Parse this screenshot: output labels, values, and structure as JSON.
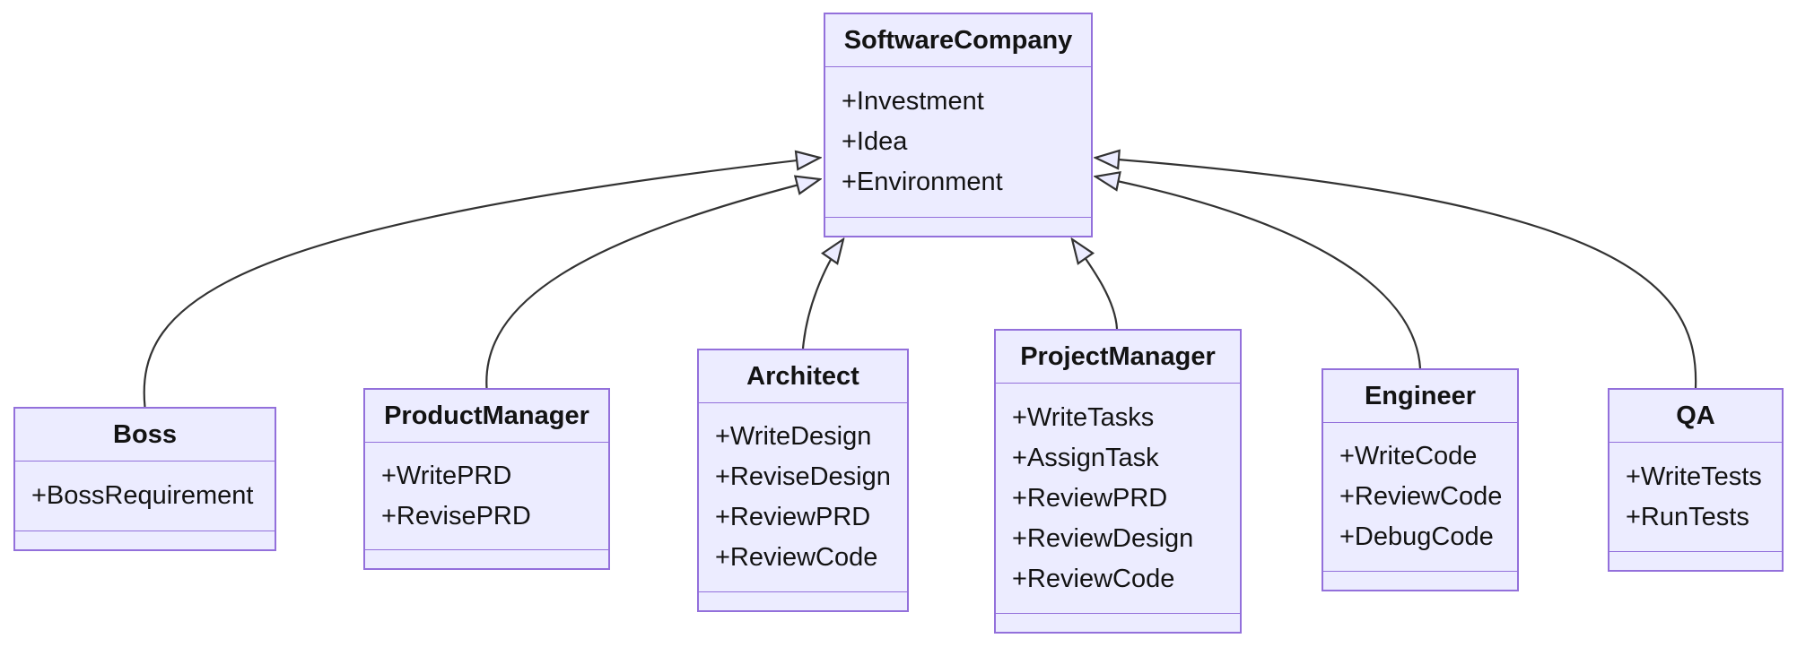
{
  "diagram": {
    "type": "uml-class-diagram",
    "classes": [
      {
        "name": "SoftwareCompany",
        "attributes": [
          "+Investment",
          "+Idea",
          "+Environment"
        ],
        "methods": []
      },
      {
        "name": "Boss",
        "attributes": [
          "+BossRequirement"
        ],
        "methods": []
      },
      {
        "name": "ProductManager",
        "attributes": [
          "+WritePRD",
          "+RevisePRD"
        ],
        "methods": []
      },
      {
        "name": "Architect",
        "attributes": [
          "+WriteDesign",
          "+ReviseDesign",
          "+ReviewPRD",
          "+ReviewCode"
        ],
        "methods": []
      },
      {
        "name": "ProjectManager",
        "attributes": [
          "+WriteTasks",
          "+AssignTask",
          "+ReviewPRD",
          "+ReviewDesign",
          "+ReviewCode"
        ],
        "methods": []
      },
      {
        "name": "Engineer",
        "attributes": [
          "+WriteCode",
          "+ReviewCode",
          "+DebugCode"
        ],
        "methods": []
      },
      {
        "name": "QA",
        "attributes": [
          "+WriteTests",
          "+RunTests"
        ],
        "methods": []
      }
    ],
    "relationships": [
      {
        "from": "Boss",
        "to": "SoftwareCompany",
        "type": "inheritance"
      },
      {
        "from": "ProductManager",
        "to": "SoftwareCompany",
        "type": "inheritance"
      },
      {
        "from": "Architect",
        "to": "SoftwareCompany",
        "type": "inheritance"
      },
      {
        "from": "ProjectManager",
        "to": "SoftwareCompany",
        "type": "inheritance"
      },
      {
        "from": "Engineer",
        "to": "SoftwareCompany",
        "type": "inheritance"
      },
      {
        "from": "QA",
        "to": "SoftwareCompany",
        "type": "inheritance"
      }
    ],
    "colors": {
      "node_fill": "#ECECFF",
      "node_border": "#9370DB",
      "edge_line": "#333333",
      "text": "#131313",
      "background": "#FFFFFF"
    }
  }
}
